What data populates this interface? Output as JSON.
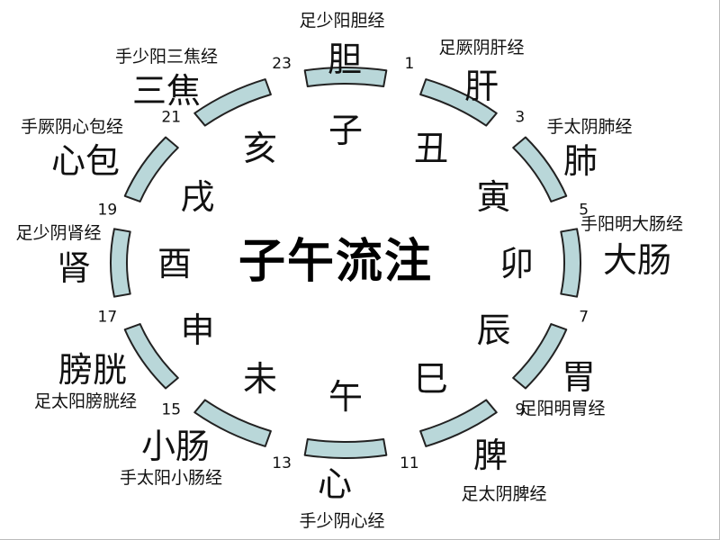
{
  "title": "子午流注",
  "colors": {
    "segment_fill": "#b9d7d9",
    "segment_stroke": "#222222",
    "text": "#111111"
  },
  "hours": [
    "1",
    "3",
    "5",
    "7",
    "9",
    "11",
    "13",
    "15",
    "17",
    "19",
    "21",
    "23"
  ],
  "branches": [
    "丑",
    "寅",
    "卯",
    "辰",
    "巳",
    "午",
    "未",
    "申",
    "酉",
    "戌",
    "亥",
    "子"
  ],
  "organs": [
    "肝",
    "肺",
    "大肠",
    "胃",
    "脾",
    "心",
    "小肠",
    "膀胱",
    "肾",
    "心包",
    "三焦",
    "胆"
  ],
  "meridians": [
    "足厥阴肝经",
    "手太阴肺经",
    "手阳明大肠经",
    "足阳明胃经",
    "足太阴脾经",
    "手少阴心经",
    "手太阳小肠经",
    "足太阳膀胱经",
    "足少阴肾经",
    "手厥阴心包经",
    "手少阳三焦经",
    "足少阳胆经"
  ]
}
